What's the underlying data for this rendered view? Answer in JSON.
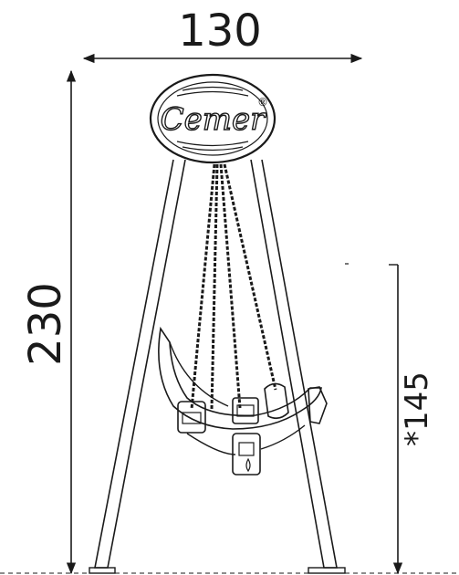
{
  "dimensions": {
    "width_label": "130",
    "height_label": "230",
    "seat_height_label": "*145"
  },
  "logo": {
    "brand_text": "Cemer",
    "registered_mark": "®"
  },
  "colors": {
    "line": "#1a1a1a",
    "background": "#ffffff"
  }
}
